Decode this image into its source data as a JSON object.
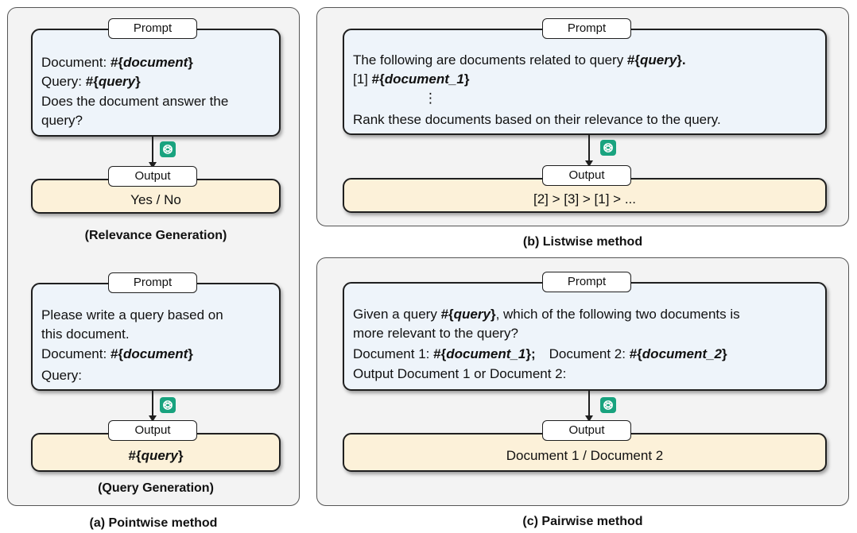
{
  "labels": {
    "prompt": "Prompt",
    "output": "Output"
  },
  "colors": {
    "prompt_fill": "#eef4fa",
    "output_fill": "#fcf1d9",
    "panel_fill": "#f3f3f3",
    "gpt_icon": "#19a37f"
  },
  "icons": {
    "model": "chatgpt-icon"
  },
  "pointwise": {
    "caption": "(a) Pointwise method",
    "relevance": {
      "doc_label": "Document: ",
      "doc_var": "#{",
      "doc_var_name": "document",
      "doc_var_end": "}",
      "query_label": "Query: ",
      "query_var": "#{",
      "query_var_name": "query",
      "query_var_end": "}",
      "question_line1": "Does the document answer the",
      "question_line2": "query?",
      "output": "Yes / No",
      "caption": "(Relevance Generation)"
    },
    "query_gen": {
      "line1": "Please write a query based on",
      "line2": "this document.",
      "doc_label": "Document: ",
      "doc_var": "#{",
      "doc_var_name": "document",
      "doc_var_end": "}",
      "query_line": "Query:",
      "output_var": "#{",
      "output_var_name": "query",
      "output_var_end": "}",
      "caption": "(Query Generation)"
    }
  },
  "listwise": {
    "caption": "(b) Listwise method",
    "intro": "The following are documents related to query ",
    "intro_var": "#{",
    "intro_var_name": "query",
    "intro_var_end": "}.",
    "item_prefix": "[1] ",
    "item_var": "#{",
    "item_var_name": "document_1",
    "item_var_end": "}",
    "ellipsis": "⋮",
    "instruction": "Rank these documents based on their relevance to the query.",
    "output": "[2] > [3] > [1] > ..."
  },
  "pairwise": {
    "caption": "(c) Pairwise method",
    "line1_a": "Given a query ",
    "line1_var": "#{",
    "line1_var_name": "query",
    "line1_var_end": "}",
    "line1_b": ", which of the following two documents is",
    "line2": "more relevant to the query?",
    "doc1_label": "Document 1: ",
    "doc1_var": "#{",
    "doc1_var_name": "document_1",
    "doc1_var_end": "};",
    "doc2_label": "Document 2: ",
    "doc2_var": "#{",
    "doc2_var_name": "document_2",
    "doc2_var_end": "}",
    "line4": "Output Document 1 or Document 2:",
    "output": "Document 1 / Document 2"
  }
}
